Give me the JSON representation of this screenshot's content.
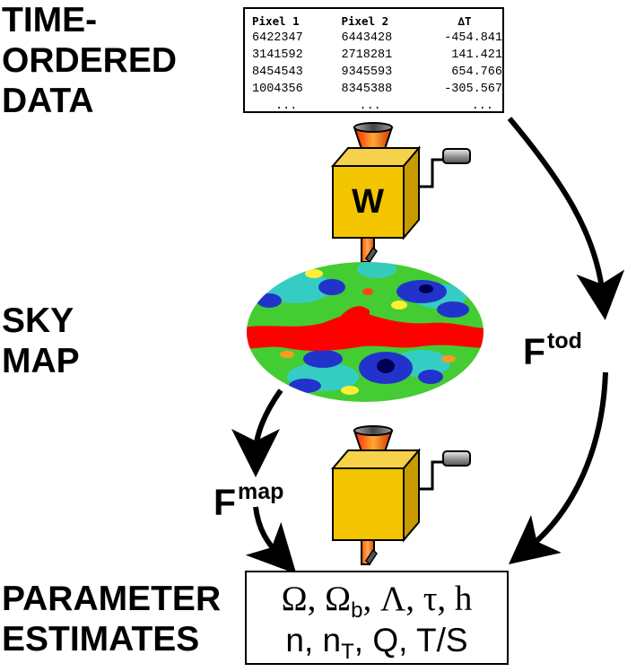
{
  "labels": {
    "tod": [
      "TIME-",
      "ORDERED",
      "DATA"
    ],
    "sky": [
      "SKY",
      "MAP"
    ],
    "param": [
      "PARAMETER",
      "ESTIMATES"
    ]
  },
  "tod_table": {
    "headers": [
      "Pixel 1",
      "Pixel 2",
      "∆T"
    ],
    "rows": [
      [
        "6422347",
        "6443428",
        "-454.841"
      ],
      [
        "3141592",
        "2718281",
        "141.421"
      ],
      [
        "8454543",
        "9345593",
        "654.766"
      ],
      [
        "1004356",
        "8345388",
        "-305.567"
      ],
      [
        "...",
        "...",
        "..."
      ]
    ]
  },
  "machine_top": {
    "letter": "W"
  },
  "arrows": {
    "f_tod": {
      "base": "F",
      "sup": "tod"
    },
    "f_map": {
      "base": "F",
      "sup": "map"
    }
  },
  "parameters": {
    "line1": {
      "a": "Ω, Ω",
      "a_sub": "b",
      "b": ", Λ, τ, h"
    },
    "line2": {
      "a": "n, n",
      "a_sub": "T",
      "b": ", Q, T/S"
    }
  },
  "colors": {
    "box_face": "#f2c500",
    "box_side": "#c79a00",
    "funnel_top": "#777777",
    "galaxy_red": "#ff0000",
    "map_green": "#33cc33",
    "map_blue": "#2233cc"
  }
}
